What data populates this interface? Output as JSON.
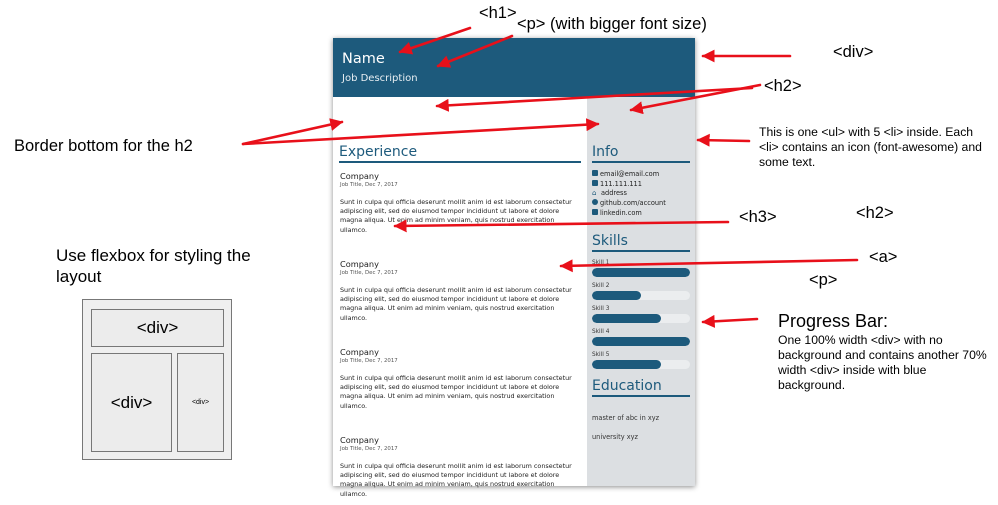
{
  "resume": {
    "name": "Name",
    "job_description": "Job Description",
    "experience_heading": "Experience",
    "jobs": [
      {
        "company": "Company",
        "title_date": "Job Title, Dec 7, 2017",
        "description": "Sunt in culpa qui officia deserunt mollit anim id est laborum consectetur adipiscing elit, sed do eiusmod tempor incididunt ut labore et dolore magna aliqua. Ut enim ad minim veniam, quis nostrud exercitation ullamco."
      },
      {
        "company": "Company",
        "title_date": "Job Title, Dec 7, 2017",
        "description": "Sunt in culpa qui officia deserunt mollit anim id est laborum consectetur adipiscing elit, sed do eiusmod tempor incididunt ut labore et dolore magna aliqua. Ut enim ad minim veniam, quis nostrud exercitation ullamco."
      },
      {
        "company": "Company",
        "title_date": "Job Title, Dec 7, 2017",
        "description": "Sunt in culpa qui officia deserunt mollit anim id est laborum consectetur adipiscing elit, sed do eiusmod tempor incididunt ut labore et dolore magna aliqua. Ut enim ad minim veniam, quis nostrud exercitation ullamco."
      },
      {
        "company": "Company",
        "title_date": "Job Title, Dec 7, 2017",
        "description": "Sunt in culpa qui officia deserunt mollit anim id est laborum consectetur adipiscing elit, sed do eiusmod tempor incididunt ut labore et dolore magna aliqua. Ut enim ad minim veniam, quis nostrud exercitation ullamco."
      }
    ],
    "info_heading": "Info",
    "info_items": [
      {
        "icon": "envelope-icon",
        "text": "email@email.com"
      },
      {
        "icon": "phone-icon",
        "text": "111.111.111"
      },
      {
        "icon": "home-icon",
        "text": "address"
      },
      {
        "icon": "github-icon",
        "text": "github.com/account"
      },
      {
        "icon": "linkedin-icon",
        "text": "linkedin.com"
      }
    ],
    "skills_heading": "Skills",
    "skills": [
      {
        "label": "Skill 1",
        "level": 1.0
      },
      {
        "label": "Skill 2",
        "level": 0.5
      },
      {
        "label": "Skill 3",
        "level": 0.7
      },
      {
        "label": "Skill 4",
        "level": 1.0
      },
      {
        "label": "Skill 5",
        "level": 0.7
      }
    ],
    "education_heading": "Education",
    "education_items": [
      "master of abc in xyz",
      "university xyz"
    ],
    "colors": {
      "accent": "#1d5a7c",
      "sidebar_bg": "#dcdfe2",
      "track_bg": "#ebedef"
    }
  },
  "annotations": {
    "h1": "<h1>",
    "p_bigger": "<p> (with bigger font size)",
    "div": "<div>",
    "h2_top": "<h2>",
    "border_bottom": "Border bottom for the h2",
    "ul_note": "This is one <ul> with 5 <li> inside. Each <li> contains an icon (font-awesome) and some text.",
    "h3": "<h3>",
    "h2_right": "<h2>",
    "a": "<a>",
    "p": "<p>",
    "progress_title": "Progress Bar:",
    "progress_desc": "One 100% width <div> with no background and contains another 70% width <div> inside with blue background.",
    "flexbox_note": "Use flexbox for styling the layout",
    "arrow_color": "#e8101a"
  },
  "layout_diagram": {
    "top_label": "<div>",
    "left_label": "<div>",
    "right_label": "<div>"
  }
}
